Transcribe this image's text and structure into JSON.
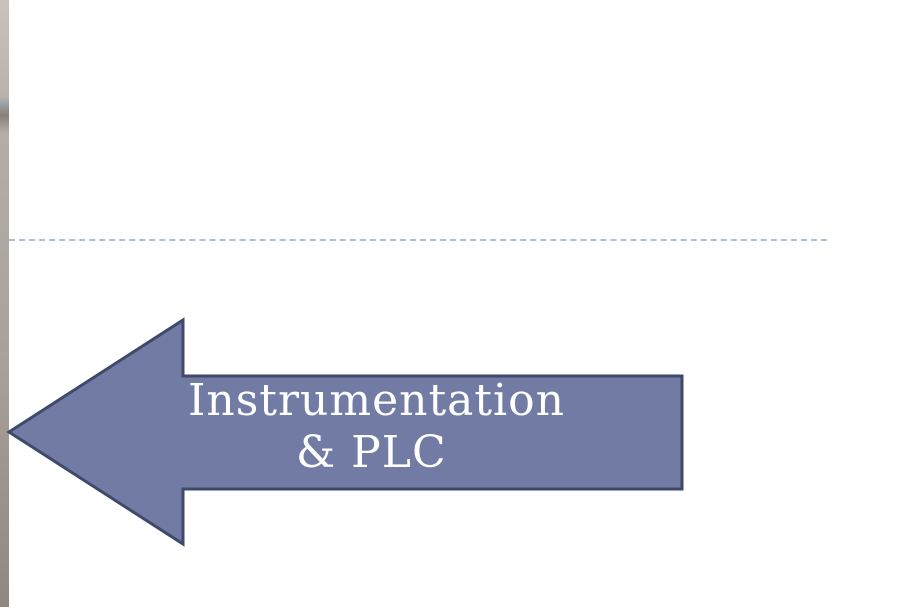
{
  "slide": {
    "arrow": {
      "label_line1": "Instrumentation",
      "label_line2": "& PLC",
      "direction": "left",
      "fill_color": "#717ba4",
      "stroke_color": "#3f4a6b"
    },
    "divider_color": "#a9c1d6"
  }
}
